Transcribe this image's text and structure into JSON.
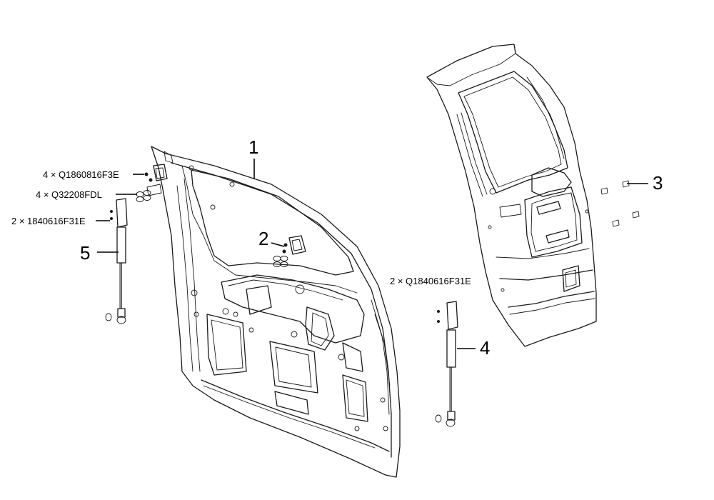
{
  "callouts": [
    {
      "id": "1",
      "text": "1"
    },
    {
      "id": "2",
      "text": "2"
    },
    {
      "id": "3",
      "text": "3"
    },
    {
      "id": "4",
      "text": "4"
    },
    {
      "id": "5",
      "text": "5"
    }
  ],
  "part_labels": {
    "hinge_bolt_left": "4 × Q1860816F3E",
    "hinge_nut_left": "4 × Q32208FDL",
    "strut_bolt_left": "2 × 1840616F31E",
    "strut_bolt_right": "2 × Q1840616F31E"
  },
  "colors": {
    "line": "#1a1a1a",
    "background": "#ffffff"
  }
}
